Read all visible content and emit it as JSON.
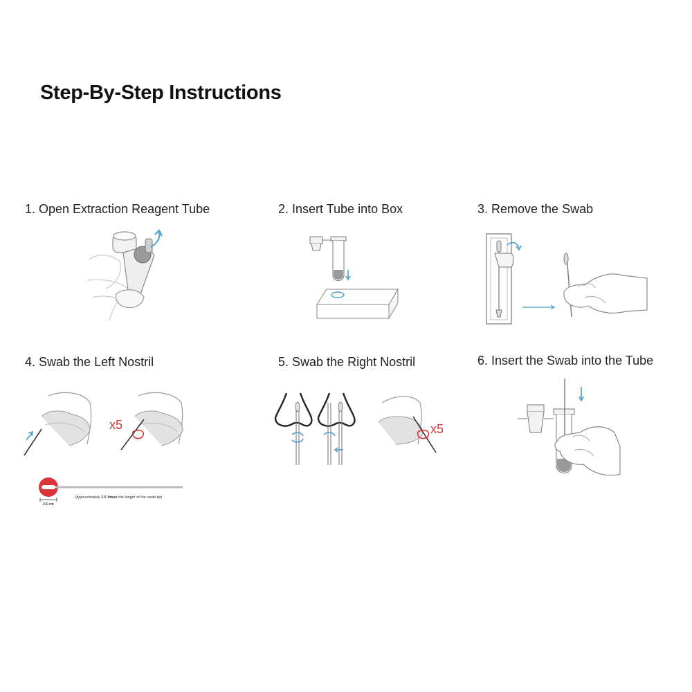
{
  "title": "Step-By-Step Instructions",
  "steps": [
    {
      "label": "1. Open Extraction Reagent Tube",
      "icon": "reagent-tube-opening"
    },
    {
      "label": "2. Insert Tube into Box",
      "icon": "tube-into-box"
    },
    {
      "label": "3. Remove the Swab",
      "icon": "swab-removal"
    },
    {
      "label": "4. Swab the Left Nostril",
      "icon": "left-nostril-swab",
      "repeat": "x5"
    },
    {
      "label": "5. Swab the Right Nostril",
      "icon": "right-nostril-swab",
      "repeat": "x5"
    },
    {
      "label": "6. Insert the Swab into the Tube",
      "icon": "swab-into-tube"
    }
  ],
  "swab_depth": {
    "scale": "2.5 cm",
    "note_prefix": "(Approximately ",
    "note_emphasis": "1.5 times",
    "note_suffix": " the length of the swab tip)"
  },
  "colors": {
    "accent_blue": "#4a9fc6",
    "repeat_red": "#d9343a",
    "line_gray": "#9a9a9a",
    "fill_gray": "#e4e4e4"
  }
}
